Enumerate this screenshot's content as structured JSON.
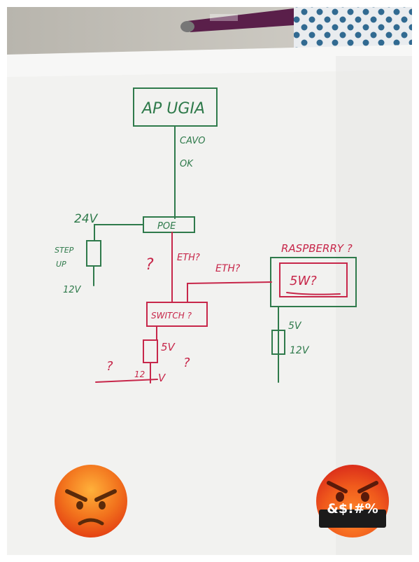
{
  "diagram": {
    "ap": "AP UGIA",
    "cable1": "CAVO",
    "cable2": "OK",
    "poe": "POE",
    "poe_voltage": "24V",
    "stepup_line1": "STEP",
    "stepup_line2": "UP",
    "stepup_voltage": "12V",
    "question_left": "?",
    "eth1": "ETH?",
    "eth2": "ETH?",
    "raspberry": "RASPBERRY ?",
    "pi_inner": "5W?",
    "switch": "SWITCH ?",
    "switch_5v": "5V",
    "switch_5v_q": "?",
    "switch_12v": "12",
    "switch_12v_v": "V",
    "question_bottom": "?",
    "pi_5v": "5V",
    "pi_12v": "12V"
  },
  "emoji": {
    "right_caption": "&$!#%"
  },
  "colors": {
    "green_pen": "#2f7a4b",
    "red_pen": "#c7274a",
    "emoji_orange": "#f07a1a"
  }
}
